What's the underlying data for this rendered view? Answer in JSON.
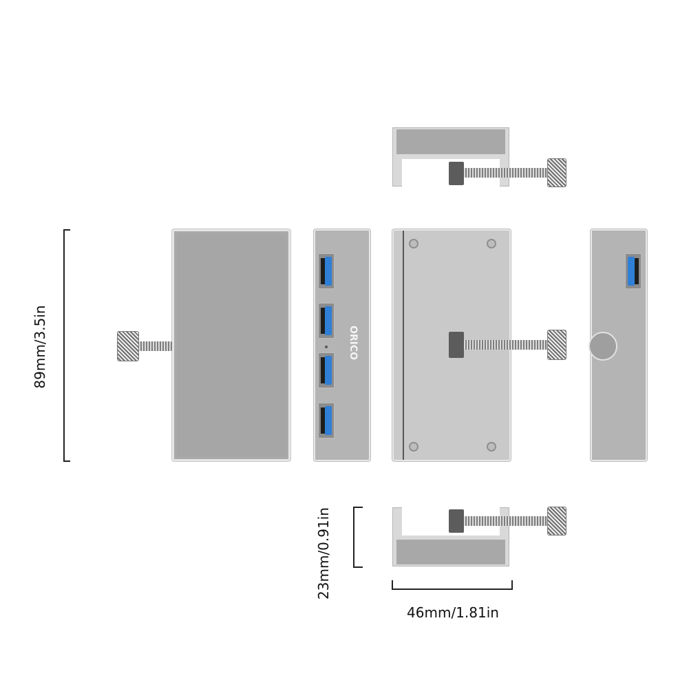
{
  "figure": {
    "title": "",
    "product": "ORICO clamp-type 4-port USB 3.0 hub",
    "brand_logo_text": "ORICO",
    "views": [
      "top-clamp-view",
      "back-view",
      "front-ports-view",
      "clamp-side-view",
      "side-port-view",
      "bottom-clamp-view"
    ]
  },
  "dimensions": {
    "height": {
      "label": "89mm/3.5in"
    },
    "depth": {
      "label": "23mm/0.91in"
    },
    "width": {
      "label": "46mm/1.81in"
    }
  },
  "ports": {
    "front_count": 4,
    "side_count": 1,
    "port_color": "#2f7fd6"
  },
  "colors": {
    "body": "#a9a9a9",
    "frame": "#d9d9d9",
    "pad": "#5c5c5c",
    "text": "#111111"
  }
}
